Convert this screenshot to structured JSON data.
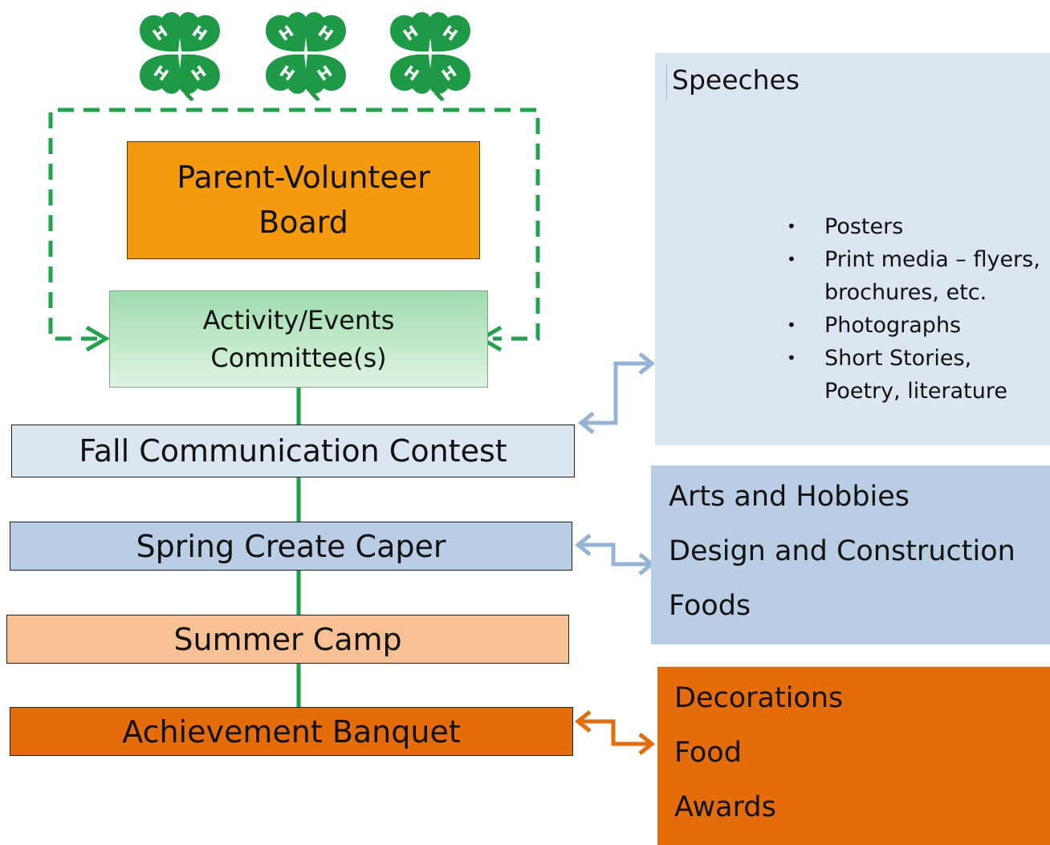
{
  "logos": [
    {
      "name": "4-H clover",
      "symbol": "H",
      "color": "#1e9a46"
    },
    {
      "name": "4-H clover",
      "symbol": "H",
      "color": "#1e9a46"
    },
    {
      "name": "4-H clover",
      "symbol": "H",
      "color": "#1e9a46"
    }
  ],
  "board": {
    "line1": "Parent-Volunteer",
    "line2": "Board"
  },
  "committee": {
    "line1": "Activity/Events",
    "line2": "Committee(s)"
  },
  "events": {
    "fall": "Fall Communication Contest",
    "spring": "Spring Create Caper",
    "summer": "Summer Camp",
    "banquet": "Achievement Banquet"
  },
  "communication_panel": {
    "title": "Speeches",
    "bullet": "•",
    "items": [
      "Posters",
      "Print media – flyers, brochures, etc.",
      "Photographs",
      "Short Stories, Poetry, literature"
    ]
  },
  "create_panel": {
    "items": [
      "Arts and Hobbies",
      "Design and Construction",
      "Foods"
    ]
  },
  "banquet_panel": {
    "items": [
      "Decorations",
      "Food",
      "Awards"
    ]
  },
  "colors": {
    "logo_green": "#1e9a46",
    "dashed_line": "#23a24d",
    "board": "#f59a0c",
    "committee_top": "#9fdcae",
    "fall": "#dce6f1",
    "spring": "#b9cde4",
    "summer": "#f8c194",
    "banquet": "#e46c0a",
    "arrow_blue": "#95b3d7",
    "arrow_orange": "#e46c0a"
  }
}
